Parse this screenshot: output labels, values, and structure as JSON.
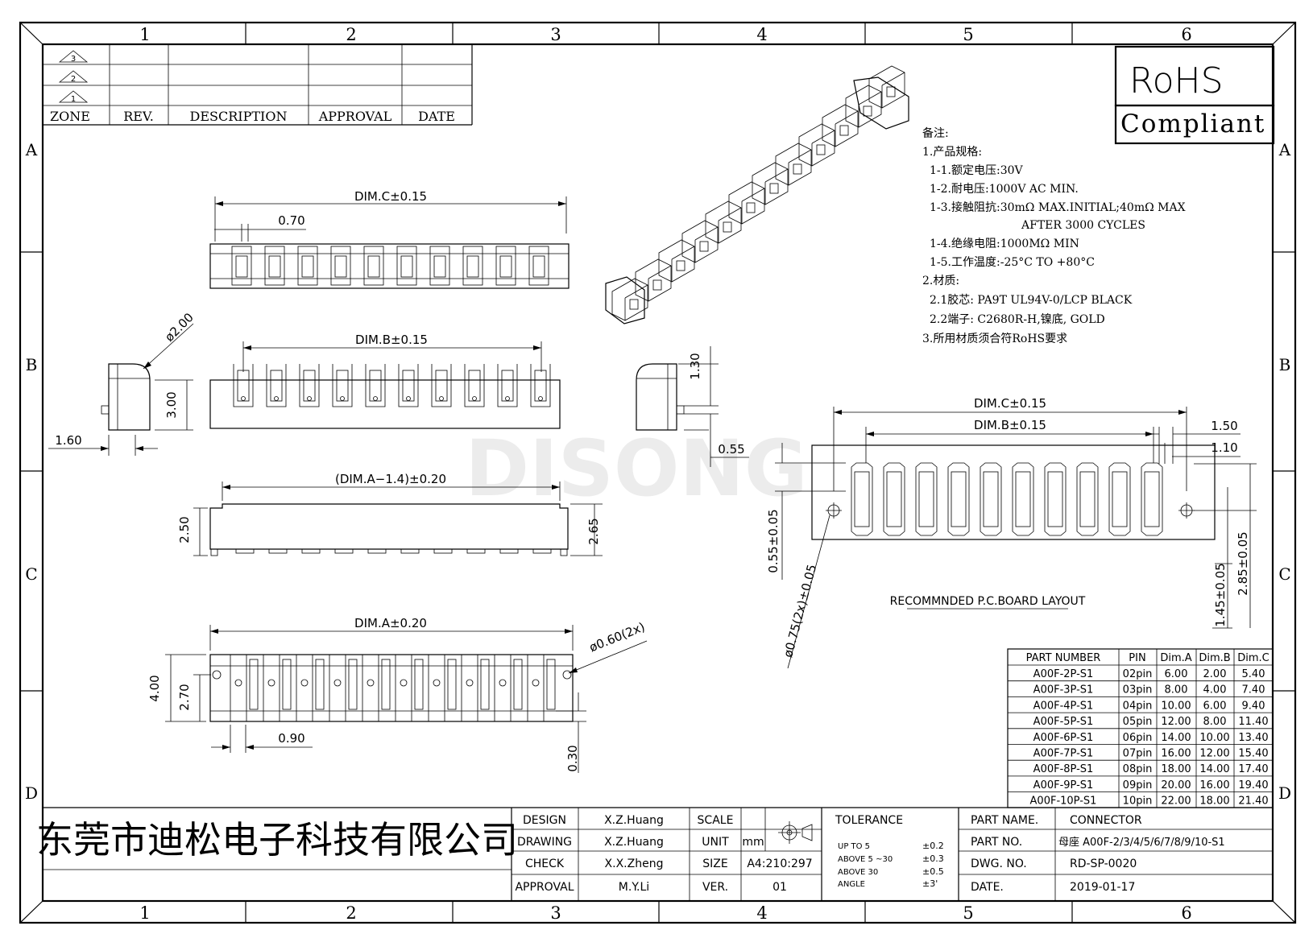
{
  "frame": {
    "zone_columns": [
      "1",
      "2",
      "3",
      "4",
      "5",
      "6"
    ],
    "zone_rows": [
      "A",
      "B",
      "C",
      "D"
    ]
  },
  "revision_table": {
    "headers": [
      "ZONE",
      "REV.",
      "DESCRIPTION",
      "APPROVAL",
      "DATE"
    ],
    "rev_marks": [
      "3",
      "2",
      "1"
    ]
  },
  "rohs": {
    "line1": "RoHS",
    "line2": "Compliant"
  },
  "watermark": "DISONG",
  "notes": [
    "备注:",
    "1.产品规格:",
    "1-1.额定电压:30V",
    "1-2.耐电压:1000V AC MIN.",
    "1-3.接触阻抗:30mΩ MAX.INITIAL;40mΩ MAX",
    "AFTER 3000 CYCLES",
    "1-4.绝缘电阻:1000MΩ MIN",
    "1-5.工作温度:-25°C TO +80°C",
    "2.材质:",
    "2.1胶芯: PA9T UL94V-0/LCP BLACK",
    "2.2端子: C2680R-H,镍底, GOLD",
    "3.所用材质须合符RoHS要求"
  ],
  "dims": {
    "top_dimc": "DIM.C±0.15",
    "top_pitch": "0.70",
    "front_dimb": "DIM.B±0.15",
    "dia_200": "ø2.00",
    "h_300": "3.00",
    "w_160": "1.60",
    "h_130": "1.30",
    "h_055": "0.55",
    "side_dima": "(DIM.A−1.4)±0.20",
    "h_250": "2.50",
    "h_265": "2.65",
    "bottom_dima": "DIM.A±0.20",
    "dia_060": "ø0.60(2x)",
    "h_400": "4.00",
    "h_270": "2.70",
    "w_090": "0.90",
    "h_030": "0.30",
    "pcb_dimc": "DIM.C±0.15",
    "pcb_dimb": "DIM.B±0.15",
    "pcb_150": "1.50",
    "pcb_110": "1.10",
    "pcb_055": "0.55±0.05",
    "pcb_075": "ø0.75(2x)±0.05",
    "pcb_145": "1.45±0.05",
    "pcb_285": "2.85±0.05",
    "pcb_label": "RECOMMNDED P.C.BOARD LAYOUT"
  },
  "part_table": {
    "headers": [
      "PART NUMBER",
      "PIN",
      "Dim.A",
      "Dim.B",
      "Dim.C"
    ],
    "rows": [
      [
        "A00F-2P-S1",
        "02pin",
        "6.00",
        "2.00",
        "5.40"
      ],
      [
        "A00F-3P-S1",
        "03pin",
        "8.00",
        "4.00",
        "7.40"
      ],
      [
        "A00F-4P-S1",
        "04pin",
        "10.00",
        "6.00",
        "9.40"
      ],
      [
        "A00F-5P-S1",
        "05pin",
        "12.00",
        "8.00",
        "11.40"
      ],
      [
        "A00F-6P-S1",
        "06pin",
        "14.00",
        "10.00",
        "13.40"
      ],
      [
        "A00F-7P-S1",
        "07pin",
        "16.00",
        "12.00",
        "15.40"
      ],
      [
        "A00F-8P-S1",
        "08pin",
        "18.00",
        "14.00",
        "17.40"
      ],
      [
        "A00F-9P-S1",
        "09pin",
        "20.00",
        "16.00",
        "19.40"
      ],
      [
        "A00F-10P-S1",
        "10pin",
        "22.00",
        "18.00",
        "21.40"
      ]
    ]
  },
  "title_block": {
    "company": "东莞市迪松电子科技有限公司",
    "design_label": "DESIGN",
    "design_value": "X.Z.Huang",
    "drawing_label": "DRAWING",
    "drawing_value": "X.Z.Huang",
    "check_label": "CHECK",
    "check_value": "X.X.Zheng",
    "approval_label": "APPROVAL",
    "approval_value": "M.Y.Li",
    "scale_label": "SCALE",
    "unit_label": "UNIT",
    "unit_value": "mm",
    "size_label": "SIZE",
    "size_value": "A4:210:297",
    "ver_label": "VER.",
    "ver_value": "01",
    "tolerance_label": "TOLERANCE",
    "tol_rows": [
      [
        "UP TO 5",
        "±0.2"
      ],
      [
        "ABOVE 5 ~30",
        "±0.3"
      ],
      [
        "ABOVE 30",
        "±0.5"
      ],
      [
        "ANGLE",
        "±3'"
      ]
    ],
    "part_name_label": "PART NAME.",
    "part_name_value": "CONNECTOR",
    "part_no_label": "PART NO.",
    "part_no_value": "母座 A00F-2/3/4/5/6/7/8/9/10-S1",
    "dwg_no_label": "DWG. NO.",
    "dwg_no_value": "RD-SP-0020",
    "date_label": "DATE.",
    "date_value": "2019-01-17"
  }
}
